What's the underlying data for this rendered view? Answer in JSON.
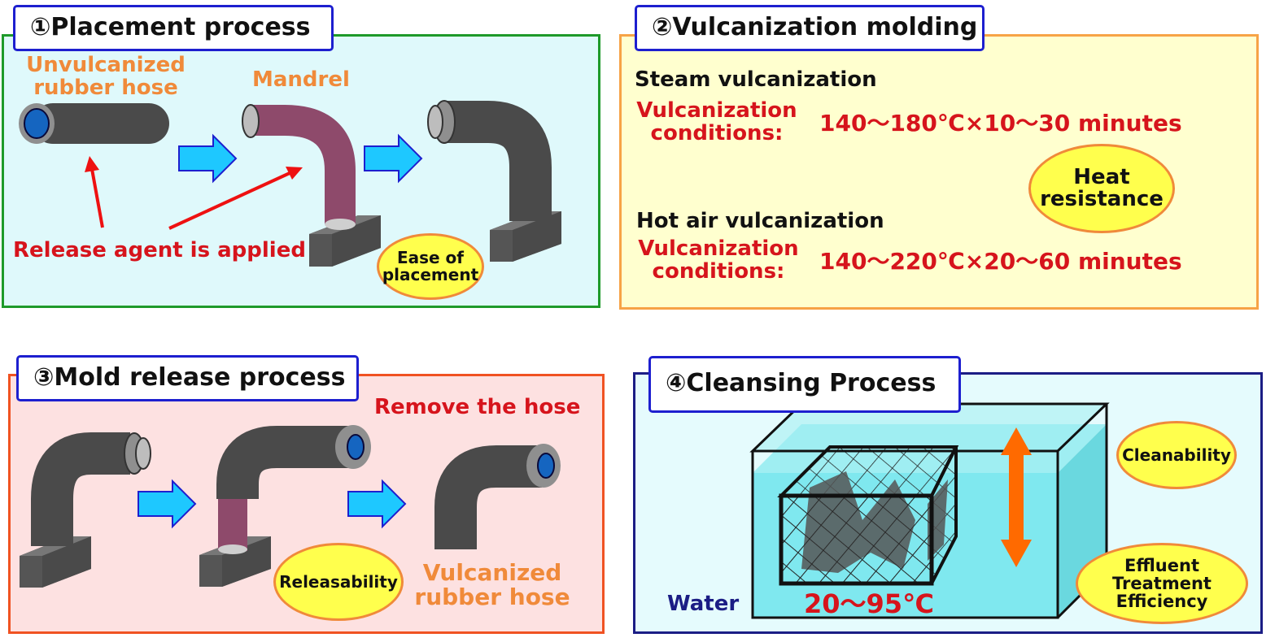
{
  "panel1": {
    "title": "①Placement process",
    "hose_label": "Unvulcanized\nrubber hose",
    "mandrel_label": "Mandrel",
    "release_label": "Release agent is applied",
    "badge": "Ease of\nplacement",
    "colors": {
      "border": "#1e9a2a",
      "background": "#dff9fb",
      "mandrel": "#8e4a6b",
      "hose": "#4a4a4a"
    }
  },
  "panel2": {
    "title": "②Vulcanization molding",
    "steam": {
      "heading": "Steam vulcanization",
      "conditions_label": "Vulcanization\nconditions:",
      "conditions_value": "140～180℃×10～30 minutes"
    },
    "hot_air": {
      "heading": "Hot air vulcanization",
      "conditions_label": "Vulcanization\nconditions:",
      "conditions_value": "140～220℃×20～60 minutes"
    },
    "badge": "Heat\nresistance",
    "colors": {
      "border": "#f7a346",
      "background": "#ffffcf"
    }
  },
  "panel3": {
    "title": "③Mold release process",
    "remove_label": "Remove the hose",
    "badge": "Releasability",
    "result_label": "Vulcanized\nrubber hose",
    "colors": {
      "border": "#f05222",
      "background": "#fde1e1"
    }
  },
  "panel4": {
    "title": "④Cleansing Process",
    "badge_clean": "Cleanability",
    "badge_effluent": "Effluent Treatment\nEfficiency",
    "water_label": "Water",
    "temperature": "20～95℃",
    "colors": {
      "border": "#1b1d85",
      "background": "#e5fbfd",
      "water": "#7fe8ef",
      "arrow": "#ff6a00"
    }
  },
  "icons": [
    "right-arrow-icon",
    "red-pointer-arrow-icon",
    "double-headed-arrow-icon"
  ],
  "colors": {
    "badge_fill": "#ffff4d",
    "badge_border": "#f08a3a",
    "tab_border": "#1d1fcf",
    "label_orange": "#f08a3a",
    "label_red": "#d6141c",
    "process_arrow": "#1ec8ff"
  }
}
